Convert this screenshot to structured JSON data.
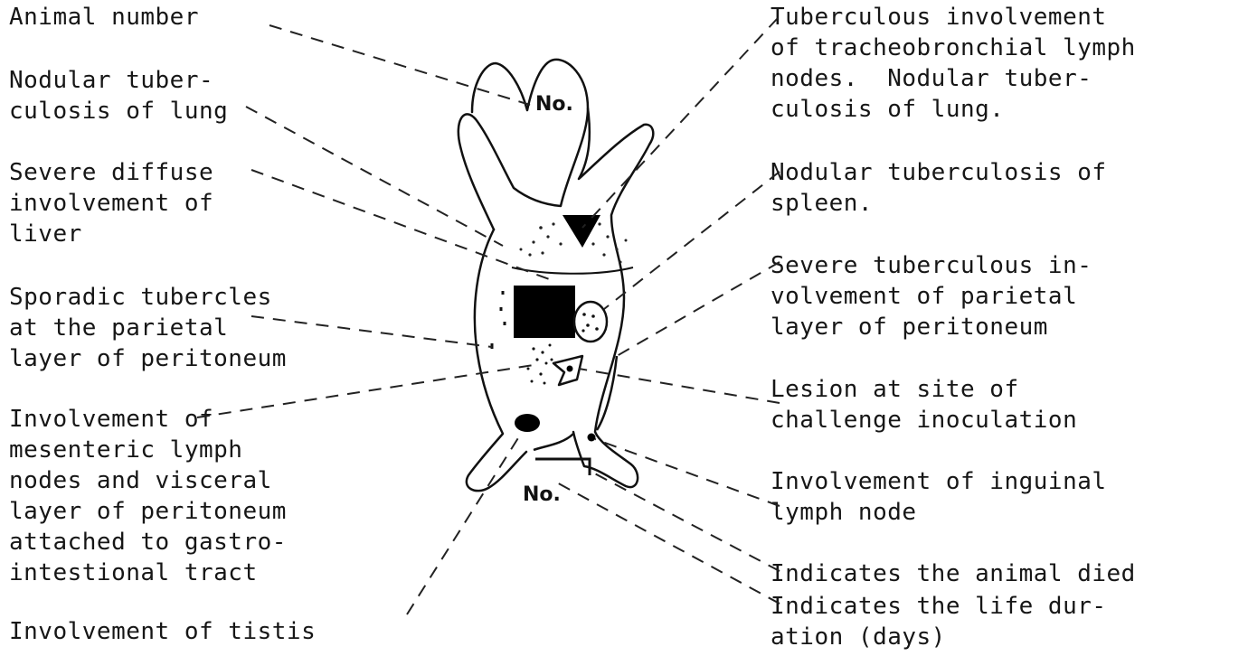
{
  "left_labels": [
    {
      "id": "animal-number",
      "text": "Animal number"
    },
    {
      "id": "nodular-lung",
      "text": "Nodular tuber-\nculosis of lung"
    },
    {
      "id": "severe-liver",
      "text": "Severe diffuse\ninvolvement of\nliver"
    },
    {
      "id": "sporadic-tubercles",
      "text": "Sporadic tubercles\nat the parietal\nlayer of peritoneum"
    },
    {
      "id": "mesenteric",
      "text": "Involvement of\nmesenteric lymph\nnodes and visceral\nlayer of peritoneum\nattached to gastro-\nintestional tract"
    },
    {
      "id": "testis",
      "text": "Involvement of tistis"
    }
  ],
  "right_labels": [
    {
      "id": "tracheobronchial",
      "text": "Tuberculous involvement\nof tracheobronchial lymph\nnodes.  Nodular tuber-\nculosis of lung."
    },
    {
      "id": "spleen",
      "text": "Nodular tuberculosis of\nspleen."
    },
    {
      "id": "parietal-severe",
      "text": "Severe tuberculous in-\nvolvement of parietal\nlayer of peritoneum"
    },
    {
      "id": "inoculation-site",
      "text": "Lesion at site of\nchallenge inoculation"
    },
    {
      "id": "inguinal",
      "text": "Involvement of inguinal\nlymph node"
    },
    {
      "id": "died",
      "text": "Indicates the animal died"
    },
    {
      "id": "life-duration",
      "text": "Indicates the life dur-\nation (days)"
    }
  ],
  "figure": {
    "top_mark": "No.",
    "bottom_mark": "No."
  }
}
